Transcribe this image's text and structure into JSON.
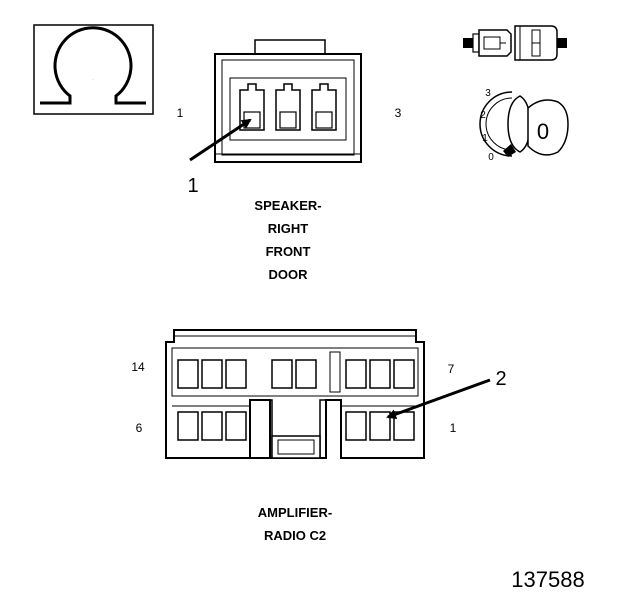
{
  "ohm_symbol": "Ω",
  "speaker_connector": {
    "pin_left": "1",
    "pin_right": "3",
    "callout": "1",
    "caption_lines": [
      "SPEAKER-",
      "RIGHT",
      "FRONT",
      "DOOR"
    ]
  },
  "ignition_key": {
    "positions": [
      "3",
      "2",
      "1",
      "0"
    ],
    "key_label": "0"
  },
  "amplifier_connector": {
    "pin_top_left": "14",
    "pin_top_right": "7",
    "pin_bottom_left": "6",
    "pin_bottom_right": "1",
    "callout": "2",
    "caption_lines": [
      "AMPLIFIER-",
      "RADIO C2"
    ]
  },
  "figure_number": "137588"
}
